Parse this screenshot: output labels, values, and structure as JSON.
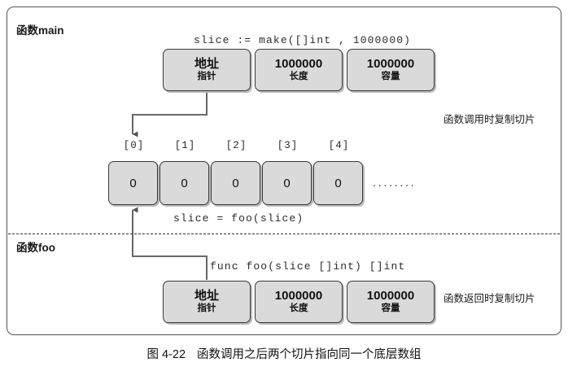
{
  "figure": {
    "caption_number": "图 4-22",
    "caption_text": "函数调用之后两个切片指向同一个底层数组"
  },
  "sections": {
    "main": {
      "label": "函数main"
    },
    "foo": {
      "label": "函数foo"
    }
  },
  "code": {
    "make_statement": "slice := make([]int , 1000000)",
    "assign_statement": "slice = foo(slice)",
    "func_signature": "func foo(slice []int) []int"
  },
  "notes": {
    "on_call": "函数调用时复制切片",
    "on_return": "函数返回时复制切片"
  },
  "slice_header_main": {
    "fields": [
      {
        "value": "地址",
        "name": "指针"
      },
      {
        "value": "1000000",
        "name": "长度"
      },
      {
        "value": "1000000",
        "name": "容量"
      }
    ]
  },
  "slice_header_foo": {
    "fields": [
      {
        "value": "地址",
        "name": "指针"
      },
      {
        "value": "1000000",
        "name": "长度"
      },
      {
        "value": "1000000",
        "name": "容量"
      }
    ]
  },
  "backing_array": {
    "indices": [
      "[0]",
      "[1]",
      "[2]",
      "[3]",
      "[4]"
    ],
    "values": [
      "0",
      "0",
      "0",
      "0",
      "0"
    ],
    "ellipsis": "........"
  },
  "colors": {
    "box_fill": "#dadada",
    "box_border": "#3a3a3a",
    "box_shadow": "#b9b9b9",
    "frame_border": "#555555",
    "connector": "#555555"
  }
}
